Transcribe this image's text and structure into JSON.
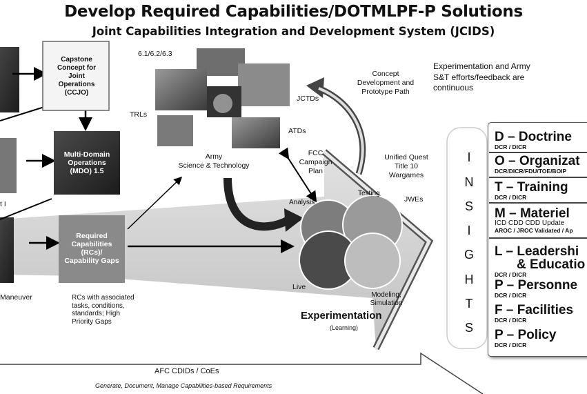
{
  "title": "Develop Required Capabilities/DOTMLPF-P Solutions",
  "subtitle": "Joint Capabilities Integration and Development System (JCIDS)",
  "left": {
    "ccjo": "Capstone Concept for Joint Operations (CCJO)",
    "mdo": "Multi-Domain Operations (MDO) 1.5",
    "rcs": "Required Capabilities (RCs)/ Capability Gaps",
    "partial_i": "t I",
    "maneuver": "Maneuver",
    "rcs_note": "RCs with associated tasks, conditions, standards; High Priority Gaps"
  },
  "center": {
    "levels": "6.1/6.2/6.3",
    "trls": "TRLs",
    "jctds": "JCTDs",
    "atds": "ATDs",
    "army_st": "Army\nScience & Technology",
    "concept_dev": "Concept Development and Prototype Path",
    "fcc": "FCC Campaign Plan",
    "analysis": "Analysis",
    "testing": "Testing",
    "live": "Live",
    "modeling": "Modeling, Simulation",
    "unified_quest": "Unified Quest Title 10 Wargames",
    "jwes": "JWEs",
    "experimentation": "Experimentation",
    "learning": "(Learning)",
    "continuous_note": "Experimentation and Army S&T efforts/feedback are continuous"
  },
  "bottom": {
    "afc": "AFC CDIDs / CoEs",
    "generate": "Generate, Document, Manage Capabilities-based Requirements"
  },
  "insights": [
    "I",
    "N",
    "S",
    "I",
    "G",
    "H",
    "T",
    "S"
  ],
  "dotmlpf": [
    {
      "big": "D – Doctrine",
      "small": "DCR / DICR"
    },
    {
      "big": "O – Organizat",
      "small": "DCR/DICR/FDU/TOE/BOIP"
    },
    {
      "big": "T – Training",
      "small": "DCR / DICR"
    },
    {
      "big": "M – Materiel",
      "small1": "ICD   CDD   CDD Update",
      "small": "AROC / JROC Validated / Ap"
    },
    {
      "big": "L – Leadershi",
      "big2": "& Educatio",
      "small": "DCR / DICR"
    },
    {
      "big": "P – Personne",
      "small": "DCR / DICR"
    },
    {
      "big": "F – Facilities",
      "small": "DCR / DICR"
    },
    {
      "big": "P – Policy",
      "small": "DCR / DICR"
    }
  ],
  "colors": {
    "book_dark": "#2f2f2f",
    "book_mid": "#555555",
    "arrow": "#000000",
    "band": "#d9d9d9"
  }
}
